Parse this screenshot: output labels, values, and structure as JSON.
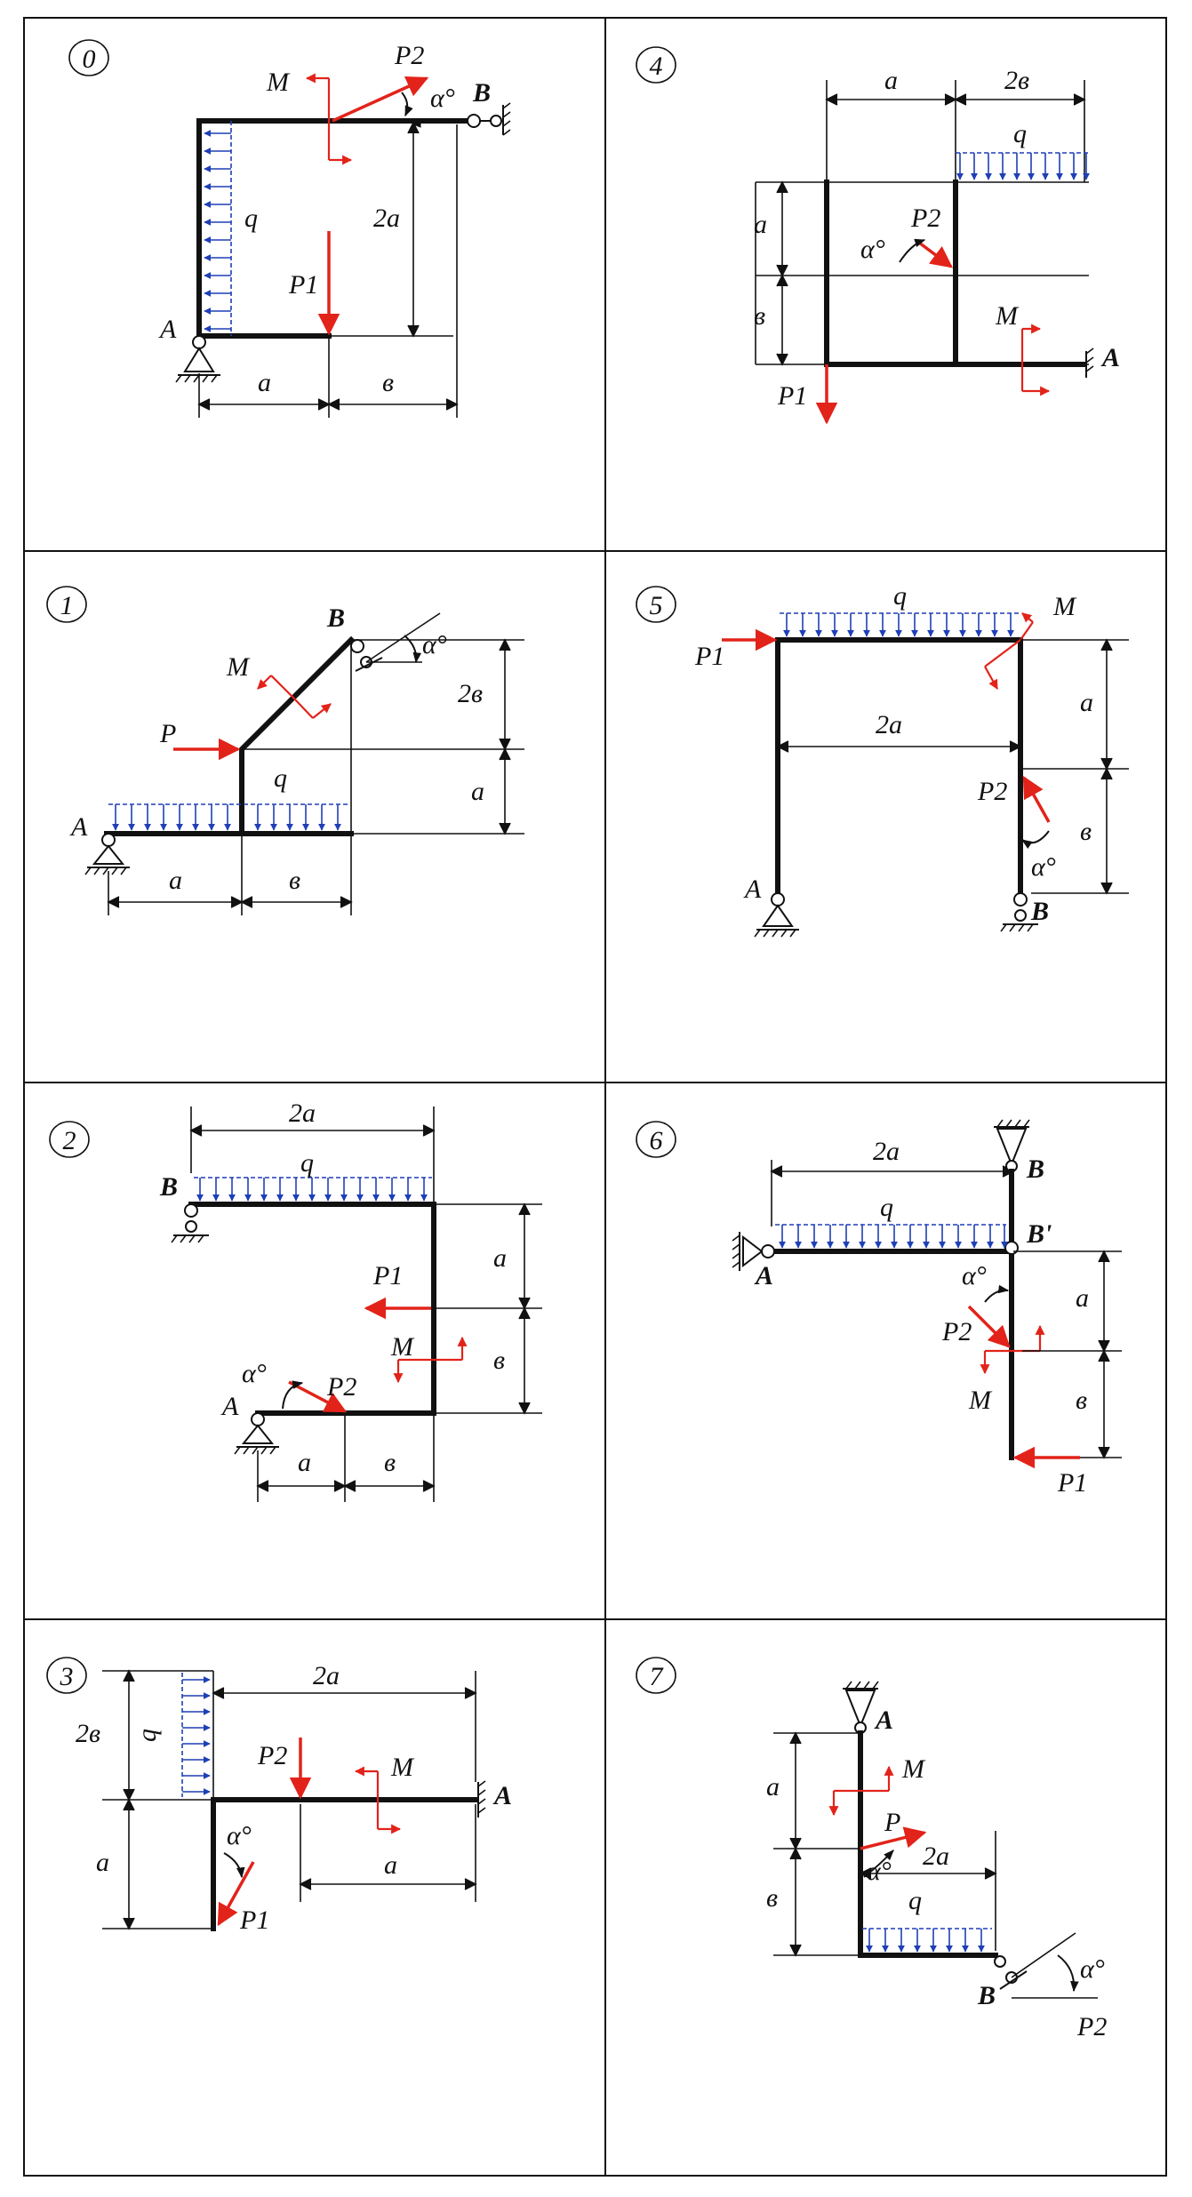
{
  "panels": [
    {
      "num": "0",
      "labels": {
        "M": "M",
        "P2": "P2",
        "alpha": "α°",
        "B": "B",
        "q": "q",
        "two_a": "2a",
        "P1": "P1",
        "A": "A",
        "a": "a",
        "b": "в"
      }
    },
    {
      "num": "4",
      "labels": {
        "a": "a",
        "two_b": "2в",
        "q": "q",
        "a_v": "a",
        "P2": "P2",
        "alpha": "α°",
        "b_v": "в",
        "M": "M",
        "A": "A",
        "P1": "P1"
      }
    },
    {
      "num": "1",
      "labels": {
        "B": "B",
        "alpha": "α°",
        "M": "M",
        "two_b": "2в",
        "P": "P",
        "q": "q",
        "a_v": "a",
        "A": "A",
        "a": "a",
        "b": "в"
      }
    },
    {
      "num": "5",
      "labels": {
        "q": "q",
        "M": "M",
        "P1": "P1",
        "a_v": "a",
        "two_a": "2a",
        "P2": "P2",
        "b_v": "в",
        "alpha": "α°",
        "A": "A",
        "B": "B"
      }
    },
    {
      "num": "2",
      "labels": {
        "two_a": "2a",
        "q": "q",
        "B": "B",
        "a_v": "a",
        "P1": "P1",
        "M": "M",
        "b_v": "в",
        "alpha": "α°",
        "A": "A",
        "P2": "P2",
        "a": "a",
        "b": "в"
      }
    },
    {
      "num": "6",
      "labels": {
        "two_a": "2a",
        "B": "B",
        "q": "q",
        "B_prime": "B'",
        "A": "A",
        "alpha": "α°",
        "a_v": "a",
        "P2": "P2",
        "b_v": "в",
        "M": "M",
        "P1": "P1"
      }
    },
    {
      "num": "3",
      "labels": {
        "two_b": "2в",
        "q": "q",
        "two_a": "2a",
        "P2": "P2",
        "M": "M",
        "A": "A",
        "alpha": "α°",
        "a_v": "a",
        "a": "a",
        "P1": "P1"
      }
    },
    {
      "num": "7",
      "labels": {
        "A": "A",
        "a_v": "a",
        "M": "M",
        "P": "P",
        "alpha": "α°",
        "two_a": "2a",
        "b_v": "в",
        "q": "q",
        "B": "B",
        "alpha2": "α°",
        "P2": "P2"
      }
    }
  ],
  "colors": {
    "force": "#e2231a",
    "load": "#1f3fb5",
    "structure": "#111111"
  }
}
